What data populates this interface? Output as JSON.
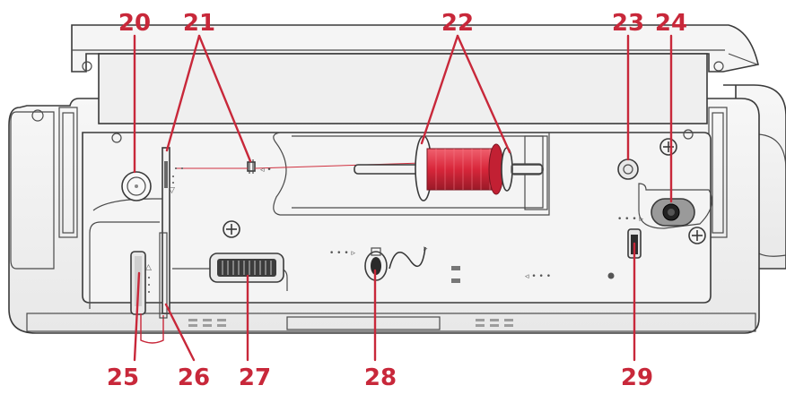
{
  "figure": {
    "subject": "sewing machine top view",
    "callouts": [
      {
        "id": "20",
        "label": "20"
      },
      {
        "id": "21",
        "label": "21"
      },
      {
        "id": "22",
        "label": "22"
      },
      {
        "id": "23",
        "label": "23"
      },
      {
        "id": "24",
        "label": "24"
      },
      {
        "id": "25",
        "label": "25"
      },
      {
        "id": "26",
        "label": "26"
      },
      {
        "id": "27",
        "label": "27"
      },
      {
        "id": "28",
        "label": "28"
      },
      {
        "id": "29",
        "label": "29"
      }
    ]
  },
  "colors": {
    "callout": "#c8283a",
    "spool_thread": "#d8263a",
    "outline": "#3a3a3a",
    "body": "#f2f2f2",
    "recess": "#e6e6e6",
    "dark_trim": "#8c8c8c"
  }
}
